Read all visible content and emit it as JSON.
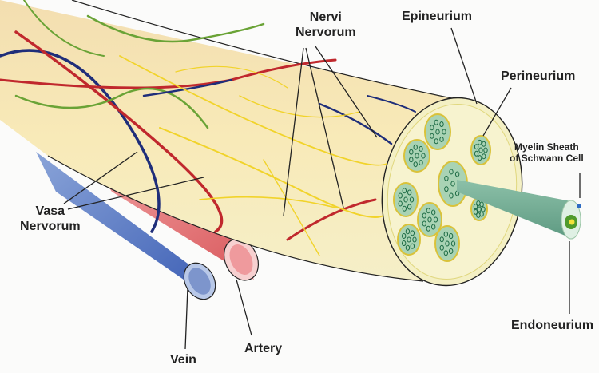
{
  "labels": {
    "nervi_nervorum": [
      "Nervi",
      "Nervorum"
    ],
    "epineurium": "Epineurium",
    "perineurium": "Perineurium",
    "myelin_sheath": [
      "Myelin Sheath",
      "of Schwann Cell"
    ],
    "vasa_nervorum": [
      "Vasa",
      "Nervorum"
    ],
    "vein": "Vein",
    "artery": "Artery",
    "endoneurium": "Endoneurium"
  },
  "colors": {
    "nerve_trunk": "#f6e7a8",
    "fascicle": "#a9d3b4",
    "vein": "#4a6fc0",
    "artery": "#e0676a",
    "vessel_blue": "#1f2e7a",
    "vessel_red": "#c0282d",
    "vessel_green": "#6aa336",
    "nerve_yellow": "#f1d32a",
    "axon_cone": "#6fa893"
  }
}
